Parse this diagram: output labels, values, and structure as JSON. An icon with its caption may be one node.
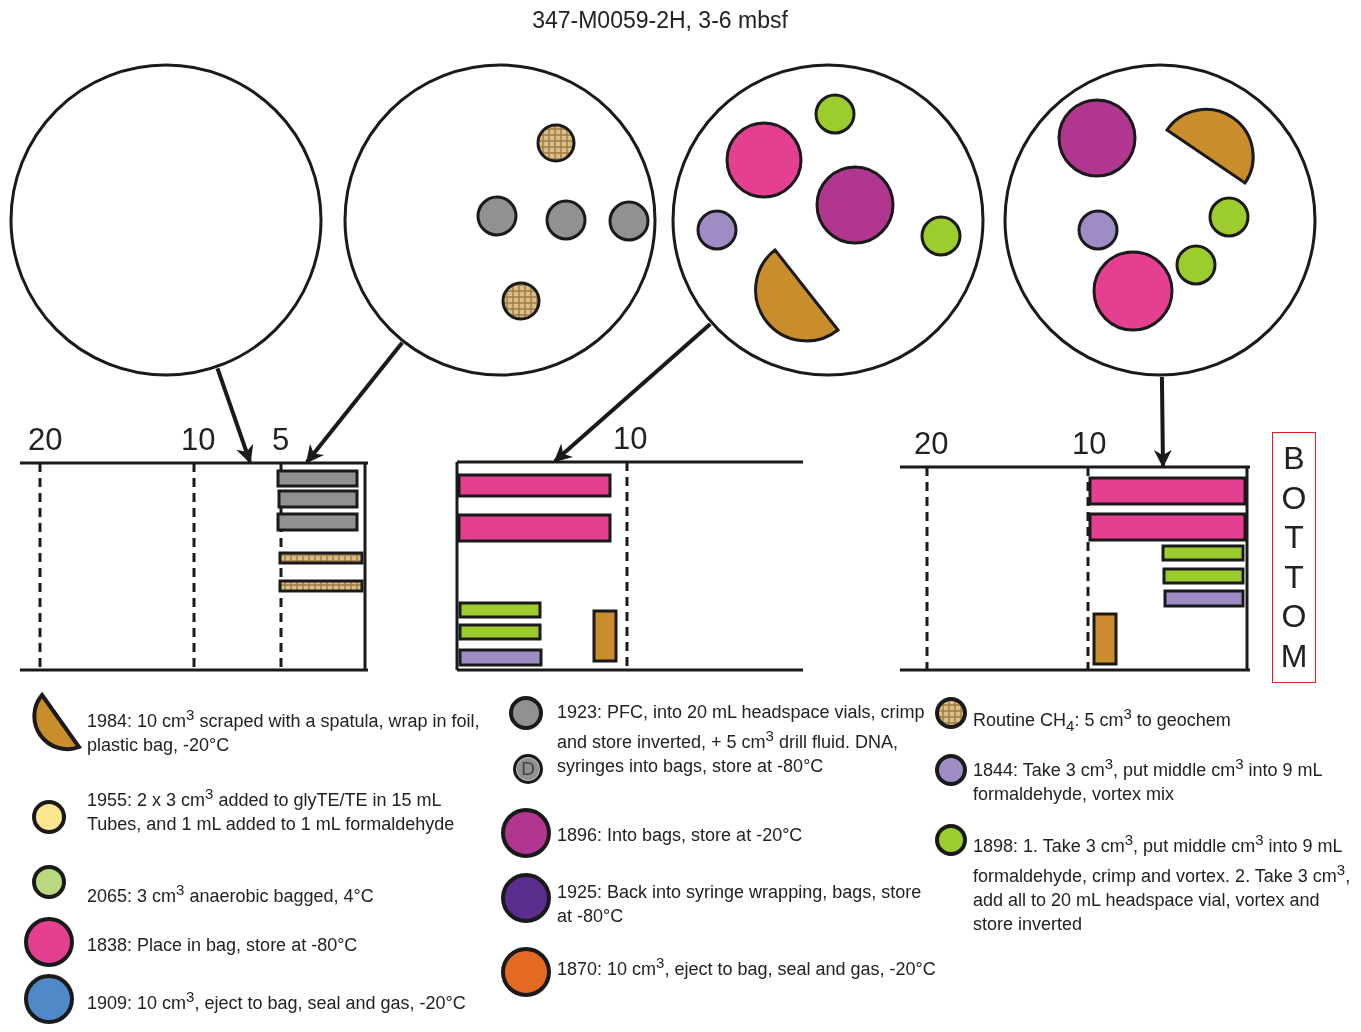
{
  "diagram": {
    "title": "347-M0059-2H, 3-6 mbsf",
    "nodes": [
      {
        "text": [],
        "shape": "circle"
      },
      {
        "text": [],
        "shape": "circle"
      },
      {
        "text": [],
        "shape": "circle"
      },
      {
        "text": [],
        "shape": "circle"
      },
      {
        "text": [],
        "shape": "box"
      },
      {
        "text": [],
        "shape": "box"
      },
      {
        "text": [],
        "shape": "box"
      }
    ],
    "edges": [
      {
        "from": 0,
        "to": 4,
        "arrow": "to"
      },
      {
        "from": 1,
        "to": 4,
        "arrow": "to"
      },
      {
        "from": 2,
        "to": 5,
        "arrow": "to"
      },
      {
        "from": 3,
        "to": 6,
        "arrow": "to"
      }
    ],
    "labels": [
      "20",
      "10",
      "5",
      "10",
      "20",
      "10",
      "BOTTOM",
      "D"
    ],
    "legend": [
      {
        "text": "1984: 10 cm$^{3}$ scraped with a spatula, wrap in foil, plastic bag, -20°C",
        "color": "#c98e2b"
      },
      {
        "text": "1955: 2 x 3 cm$^{3}$ added to glyTE/TE in 15 mL Tubes, and 1 mL added to 1 mL formaldehyde",
        "color": "#fde68f"
      },
      {
        "text": "2065: 3 cm$^{3}$ anaerobic bagged, 4°C",
        "color": "#b9d97e"
      },
      {
        "text": "1838: Place in bag, store at -80°C",
        "color": "#e53f91"
      },
      {
        "text": "1909: 10 cm$^{3}$, eject to bag, seal and gas, -20°C",
        "color": "#4f89c8"
      },
      {
        "text": "1923: PFC, into 20 mL headspace vials, crimp and store inverted, + 5 cm$^{3}$ drill fluid. DNA, syringes into bags, store at -80°C",
        "color": "#8f9193"
      },
      {
        "text": "1896: Into bags, store at -20°C",
        "color": "#b0368f"
      },
      {
        "text": "1925: Back into syringe wrapping, bags, store at -80°C",
        "color": "#5b2d8e"
      },
      {
        "text": "1870: 10 cm$^{3}$, eject to bag, seal and gas, -20°C",
        "color": "#e46a22"
      },
      {
        "text": "Routine CH$_{4}$: 5 cm$^{3}$ to geochem"
      },
      {
        "text": "1844: Take 3 cm$^{3}$, put middle cm$^{3}$ into 9 mL formaldehyde, vortex mix",
        "color": "#a08cc4"
      },
      {
        "text": "1898: 1. Take 3 cm$^{3}$, put middle cm$^{3}$ into 9 mL formaldehyde, crimp and vortex. 2. Take 3 cm$^{3}$, add all to 20 mL headspace vial, vortex and store inverted",
        "color": "#9ccc2e"
      }
    ]
  }
}
